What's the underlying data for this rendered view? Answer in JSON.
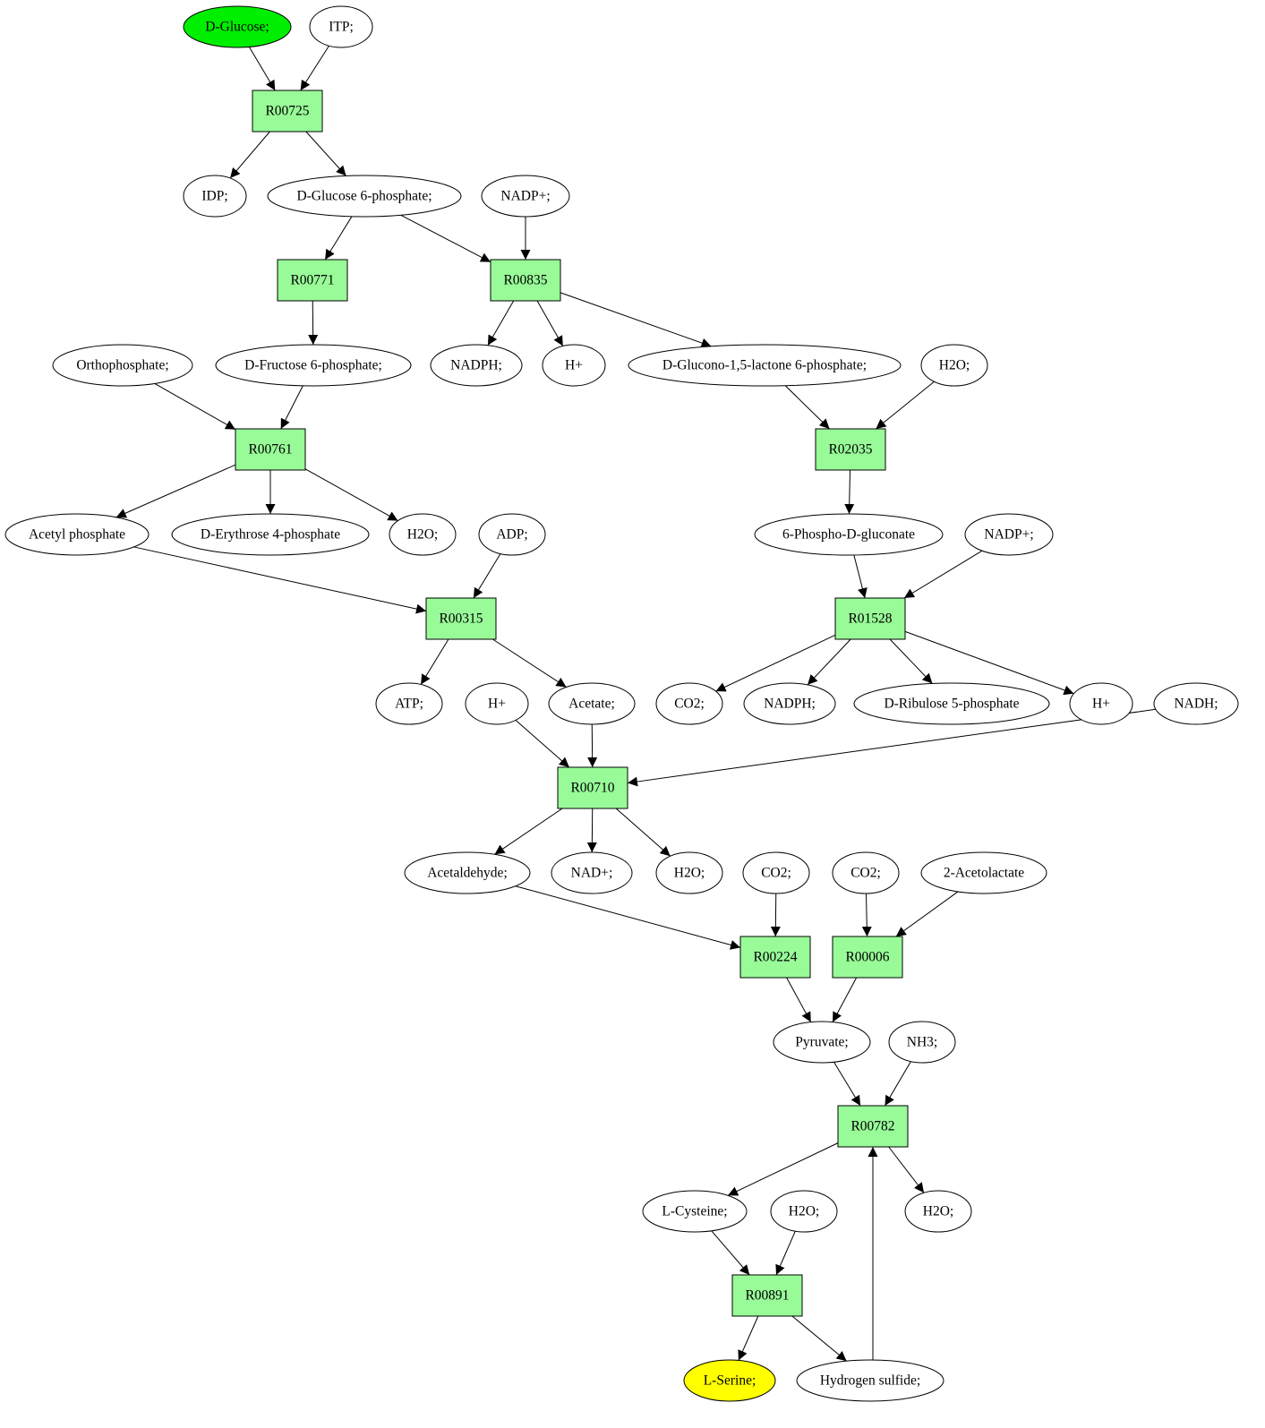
{
  "diagram": {
    "compounds": [
      {
        "id": "c_glucose",
        "label": "D-Glucose;",
        "role": "start"
      },
      {
        "id": "c_itp",
        "label": "ITP;"
      },
      {
        "id": "c_idp",
        "label": "IDP;"
      },
      {
        "id": "c_g6p",
        "label": "D-Glucose 6-phosphate;"
      },
      {
        "id": "c_nadp1",
        "label": "NADP+;"
      },
      {
        "id": "c_ortho",
        "label": "Orthophosphate;"
      },
      {
        "id": "c_f6p",
        "label": "D-Fructose 6-phosphate;"
      },
      {
        "id": "c_nadph1",
        "label": "NADPH;"
      },
      {
        "id": "c_hplus1",
        "label": "H+"
      },
      {
        "id": "c_glucono",
        "label": "D-Glucono-1,5-lactone 6-phosphate;"
      },
      {
        "id": "c_h2o1",
        "label": "H2O;"
      },
      {
        "id": "c_acetylp",
        "label": "Acetyl phosphate"
      },
      {
        "id": "c_e4p",
        "label": "D-Erythrose 4-phosphate"
      },
      {
        "id": "c_h2o2",
        "label": "H2O;"
      },
      {
        "id": "c_adp",
        "label": "ADP;"
      },
      {
        "id": "c_6pg",
        "label": "6-Phospho-D-gluconate"
      },
      {
        "id": "c_nadp2",
        "label": "NADP+;"
      },
      {
        "id": "c_atp",
        "label": "ATP;"
      },
      {
        "id": "c_hplus2",
        "label": "H+"
      },
      {
        "id": "c_acetate",
        "label": "Acetate;"
      },
      {
        "id": "c_co2a",
        "label": "CO2;"
      },
      {
        "id": "c_nadph2",
        "label": "NADPH;"
      },
      {
        "id": "c_ru5p",
        "label": "D-Ribulose 5-phosphate"
      },
      {
        "id": "c_hplus3",
        "label": "H+"
      },
      {
        "id": "c_nadh",
        "label": "NADH;"
      },
      {
        "id": "c_acetald",
        "label": "Acetaldehyde;"
      },
      {
        "id": "c_nad",
        "label": "NAD+;"
      },
      {
        "id": "c_h2o3",
        "label": "H2O;"
      },
      {
        "id": "c_co2b",
        "label": "CO2;"
      },
      {
        "id": "c_co2c",
        "label": "CO2;"
      },
      {
        "id": "c_acetolac",
        "label": "2-Acetolactate"
      },
      {
        "id": "c_pyruvate",
        "label": "Pyruvate;"
      },
      {
        "id": "c_nh3",
        "label": "NH3;"
      },
      {
        "id": "c_cys",
        "label": "L-Cysteine;"
      },
      {
        "id": "c_h2o4",
        "label": "H2O;"
      },
      {
        "id": "c_h2o5",
        "label": "H2O;"
      },
      {
        "id": "c_serine",
        "label": "L-Serine;",
        "role": "end"
      },
      {
        "id": "c_h2s",
        "label": "Hydrogen sulfide;"
      }
    ],
    "reactions": [
      {
        "id": "r_00725",
        "label": "R00725"
      },
      {
        "id": "r_00771",
        "label": "R00771"
      },
      {
        "id": "r_00835",
        "label": "R00835"
      },
      {
        "id": "r_00761",
        "label": "R00761"
      },
      {
        "id": "r_02035",
        "label": "R02035"
      },
      {
        "id": "r_00315",
        "label": "R00315"
      },
      {
        "id": "r_01528",
        "label": "R01528"
      },
      {
        "id": "r_00710",
        "label": "R00710"
      },
      {
        "id": "r_00224",
        "label": "R00224"
      },
      {
        "id": "r_00006",
        "label": "R00006"
      },
      {
        "id": "r_00782",
        "label": "R00782"
      },
      {
        "id": "r_00891",
        "label": "R00891"
      }
    ],
    "edges": [
      [
        "c_glucose",
        "r_00725"
      ],
      [
        "c_itp",
        "r_00725"
      ],
      [
        "r_00725",
        "c_idp"
      ],
      [
        "r_00725",
        "c_g6p"
      ],
      [
        "c_g6p",
        "r_00771"
      ],
      [
        "c_g6p",
        "r_00835"
      ],
      [
        "c_nadp1",
        "r_00835"
      ],
      [
        "r_00771",
        "c_f6p"
      ],
      [
        "r_00835",
        "c_nadph1"
      ],
      [
        "r_00835",
        "c_hplus1"
      ],
      [
        "r_00835",
        "c_glucono"
      ],
      [
        "c_ortho",
        "r_00761"
      ],
      [
        "c_f6p",
        "r_00761"
      ],
      [
        "c_glucono",
        "r_02035"
      ],
      [
        "c_h2o1",
        "r_02035"
      ],
      [
        "r_00761",
        "c_acetylp"
      ],
      [
        "r_00761",
        "c_e4p"
      ],
      [
        "r_00761",
        "c_h2o2"
      ],
      [
        "r_02035",
        "c_6pg"
      ],
      [
        "c_acetylp",
        "r_00315"
      ],
      [
        "c_adp",
        "r_00315"
      ],
      [
        "c_6pg",
        "r_01528"
      ],
      [
        "c_nadp2",
        "r_01528"
      ],
      [
        "r_00315",
        "c_atp"
      ],
      [
        "r_00315",
        "c_acetate"
      ],
      [
        "r_01528",
        "c_co2a"
      ],
      [
        "r_01528",
        "c_nadph2"
      ],
      [
        "r_01528",
        "c_ru5p"
      ],
      [
        "r_01528",
        "c_hplus3"
      ],
      [
        "c_hplus2",
        "r_00710"
      ],
      [
        "c_acetate",
        "r_00710"
      ],
      [
        "c_nadh",
        "r_00710"
      ],
      [
        "r_00710",
        "c_acetald"
      ],
      [
        "r_00710",
        "c_nad"
      ],
      [
        "r_00710",
        "c_h2o3"
      ],
      [
        "c_acetald",
        "r_00224"
      ],
      [
        "c_co2b",
        "r_00224"
      ],
      [
        "c_co2c",
        "r_00006"
      ],
      [
        "c_acetolac",
        "r_00006"
      ],
      [
        "r_00224",
        "c_pyruvate"
      ],
      [
        "r_00006",
        "c_pyruvate"
      ],
      [
        "c_pyruvate",
        "r_00782"
      ],
      [
        "c_nh3",
        "r_00782"
      ],
      [
        "r_00782",
        "c_cys"
      ],
      [
        "r_00782",
        "c_h2o5"
      ],
      [
        "c_cys",
        "r_00891"
      ],
      [
        "c_h2o4",
        "r_00891"
      ],
      [
        "r_00891",
        "c_serine"
      ],
      [
        "r_00891",
        "c_h2s"
      ],
      [
        "c_h2s",
        "r_00782"
      ]
    ],
    "colors": {
      "start_node": "#00ee00",
      "end_node": "#ffff00",
      "reaction_node": "#98fb98",
      "compound_node": "#ffffff",
      "stroke": "#000000"
    }
  }
}
